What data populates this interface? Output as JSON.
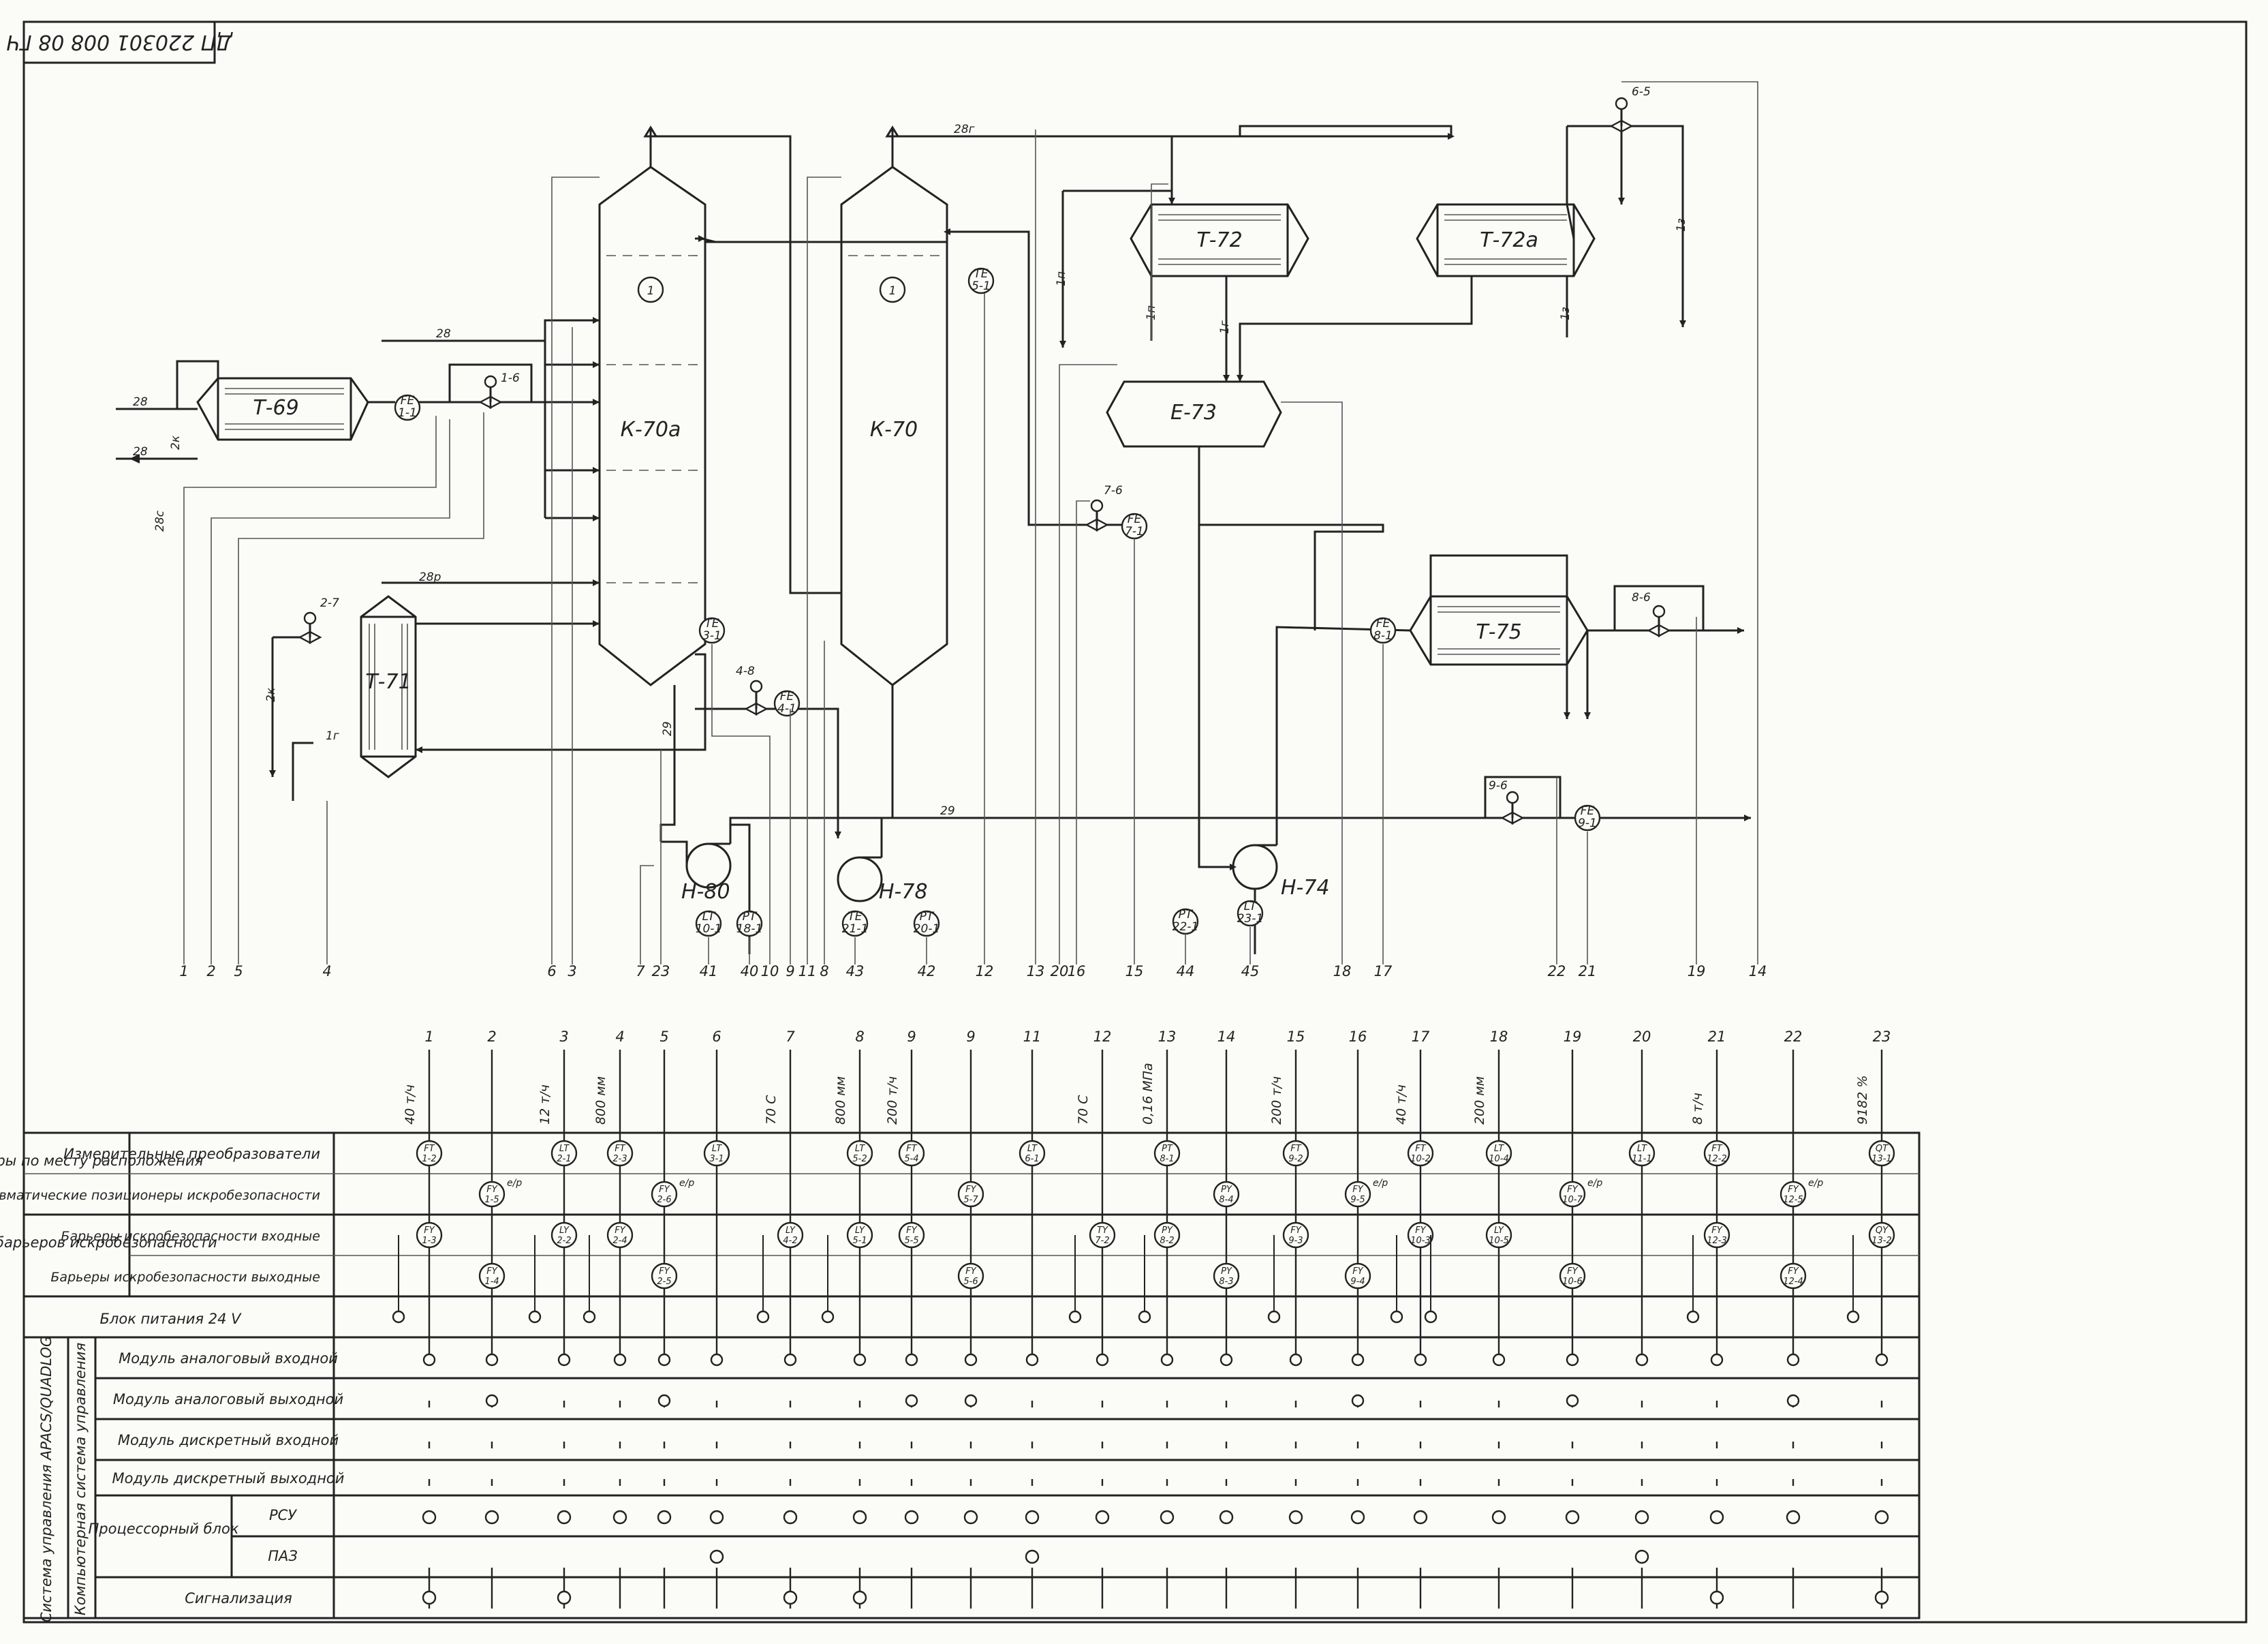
{
  "stamp": "ДП 220301 008 08 ГЧ",
  "equipment": [
    {
      "id": "T-69",
      "label": "Т-69"
    },
    {
      "id": "T-71",
      "label": "Т-71"
    },
    {
      "id": "K-70a",
      "label": "К-70а"
    },
    {
      "id": "K-70",
      "label": "К-70"
    },
    {
      "id": "T-72",
      "label": "Т-72"
    },
    {
      "id": "T-72a",
      "label": "Т-72а"
    },
    {
      "id": "E-73",
      "label": "Е-73"
    },
    {
      "id": "T-75",
      "label": "Т-75"
    },
    {
      "id": "H-80",
      "label": "Н-80"
    },
    {
      "id": "H-78",
      "label": "Н-78"
    },
    {
      "id": "H-74",
      "label": "Н-74"
    }
  ],
  "streams": [
    "28",
    "28",
    "28с",
    "28",
    "28р",
    "29",
    "29",
    "28г",
    "1п",
    "1п",
    "1з",
    "1з",
    "2к",
    "2к",
    "1г",
    "1г"
  ],
  "instruments": [
    {
      "t": "FE",
      "n": "1-1"
    },
    {
      "t": "",
      "n": "1-6"
    },
    {
      "t": "",
      "n": "2-7"
    },
    {
      "t": "TE",
      "n": "3-1"
    },
    {
      "t": "",
      "n": "4-8"
    },
    {
      "t": "FE",
      "n": "4-1"
    },
    {
      "t": "TE",
      "n": "5-1"
    },
    {
      "t": "",
      "n": "6-5"
    },
    {
      "t": "",
      "n": "7-6"
    },
    {
      "t": "FE",
      "n": "7-1"
    },
    {
      "t": "FE",
      "n": "8-1"
    },
    {
      "t": "",
      "n": "8-6"
    },
    {
      "t": "",
      "n": "9-6"
    },
    {
      "t": "FE",
      "n": "9-1"
    },
    {
      "t": "LT",
      "n": "10-1"
    },
    {
      "t": "PT",
      "n": "18-1"
    },
    {
      "t": "TE",
      "n": "21-1"
    },
    {
      "t": "PT",
      "n": "20-1"
    },
    {
      "t": "PT",
      "n": "22-1"
    },
    {
      "t": "LT",
      "n": "23-1"
    }
  ],
  "line_numbers": [
    "1",
    "2",
    "5",
    "4",
    "6",
    "3",
    "7",
    "23",
    "41",
    "40",
    "10",
    "9",
    "11",
    "8",
    "43",
    "42",
    "12",
    "13",
    "20",
    "16",
    "15",
    "44",
    "45",
    "18",
    "17",
    "22",
    "21",
    "19",
    "14"
  ],
  "columns": [
    {
      "n": "1",
      "v": "40 т/ч"
    },
    {
      "n": "2",
      "v": ""
    },
    {
      "n": "3",
      "v": "12 т/ч"
    },
    {
      "n": "4",
      "v": "800 мм"
    },
    {
      "n": "5",
      "v": ""
    },
    {
      "n": "6",
      "v": ""
    },
    {
      "n": "7",
      "v": "70 С"
    },
    {
      "n": "8",
      "v": "800 мм"
    },
    {
      "n": "9",
      "v": "200 т/ч"
    },
    {
      "n": "9",
      "v": ""
    },
    {
      "n": "11",
      "v": ""
    },
    {
      "n": "12",
      "v": "70 С"
    },
    {
      "n": "13",
      "v": "0,16 МПа"
    },
    {
      "n": "14",
      "v": ""
    },
    {
      "n": "15",
      "v": "200 т/ч"
    },
    {
      "n": "16",
      "v": ""
    },
    {
      "n": "17",
      "v": "40 т/ч"
    },
    {
      "n": "18",
      "v": "200 мм"
    },
    {
      "n": "19",
      "v": ""
    },
    {
      "n": "20",
      "v": ""
    },
    {
      "n": "21",
      "v": "8 т/ч"
    },
    {
      "n": "22",
      "v": ""
    },
    {
      "n": "23",
      "v": "9182 %"
    }
  ],
  "table": {
    "group_local": "Приборы по месту расположения",
    "row_transducers": "Измерительные преобразователи",
    "row_positioners": "Электропневматические позиционеры искробезопасности",
    "group_barriers": "Панель барьеров искробезопасности",
    "row_barriers_in": "Барьеры искробезопасности входные",
    "row_barriers_out": "Барьеры искробезопасности выходные",
    "row_power": "Блок питания 24 V",
    "group_control": "Система управления APACS/QUADLOG",
    "group_computer": "Компьютерная система управления",
    "row_ai": "Модуль аналоговый входной",
    "row_ao": "Модуль аналоговый выходной",
    "row_di": "Модуль дискретный входной",
    "row_do": "Модуль дискретный выходной",
    "row_cpu": "Процессорный блок",
    "row_rsu": "РСУ",
    "row_paz": "ПАЗ",
    "row_alarm": "Сигнализация"
  },
  "tags_transducers": [
    {
      "t": "FT",
      "n": "1-2"
    },
    {
      "t": "LT",
      "n": "2-1"
    },
    {
      "t": "FT",
      "n": "2-3"
    },
    {
      "t": "LT",
      "n": "3-1"
    },
    {
      "t": "LT",
      "n": "5-2"
    },
    {
      "t": "FT",
      "n": "5-4"
    },
    {
      "t": "LT",
      "n": "6-1"
    },
    {
      "t": "PT",
      "n": "8-1"
    },
    {
      "t": "FT",
      "n": "9-2"
    },
    {
      "t": "FT",
      "n": "10-2"
    },
    {
      "t": "LT",
      "n": "10-4"
    },
    {
      "t": "LT",
      "n": "11-1"
    },
    {
      "t": "FT",
      "n": "12-2"
    },
    {
      "t": "QT",
      "n": "13-1"
    }
  ],
  "tags_positioners": [
    {
      "t": "FY",
      "n": "1-5",
      "s": "e/p"
    },
    {
      "t": "FY",
      "n": "2-6",
      "s": "e/p"
    },
    {
      "t": "FY",
      "n": "5-7",
      "s": ""
    },
    {
      "t": "PY",
      "n": "8-4",
      "s": ""
    },
    {
      "t": "FY",
      "n": "9-5",
      "s": "e/p"
    },
    {
      "t": "FY",
      "n": "10-7",
      "s": "e/p"
    },
    {
      "t": "FY",
      "n": "12-5",
      "s": "e/p"
    }
  ],
  "tags_barriers_in": [
    {
      "t": "FY",
      "n": "1-3"
    },
    {
      "t": "LY",
      "n": "2-2"
    },
    {
      "t": "FY",
      "n": "2-4"
    },
    {
      "t": "LY",
      "n": "4-2"
    },
    {
      "t": "LY",
      "n": "5-1"
    },
    {
      "t": "FY",
      "n": "5-5"
    },
    {
      "t": "TY",
      "n": "7-2"
    },
    {
      "t": "PY",
      "n": "8-2"
    },
    {
      "t": "FY",
      "n": "9-3"
    },
    {
      "t": "FY",
      "n": "10-3"
    },
    {
      "t": "LY",
      "n": "10-5"
    },
    {
      "t": "FY",
      "n": "12-3"
    },
    {
      "t": "QY",
      "n": "13-2"
    }
  ],
  "tags_barriers_out": [
    {
      "t": "FY",
      "n": "1-4"
    },
    {
      "t": "FY",
      "n": "2-5"
    },
    {
      "t": "FY",
      "n": "5-6"
    },
    {
      "t": "PY",
      "n": "8-3"
    },
    {
      "t": "FY",
      "n": "9-4"
    },
    {
      "t": "FY",
      "n": "10-6"
    },
    {
      "t": "FY",
      "n": "12-4"
    }
  ]
}
